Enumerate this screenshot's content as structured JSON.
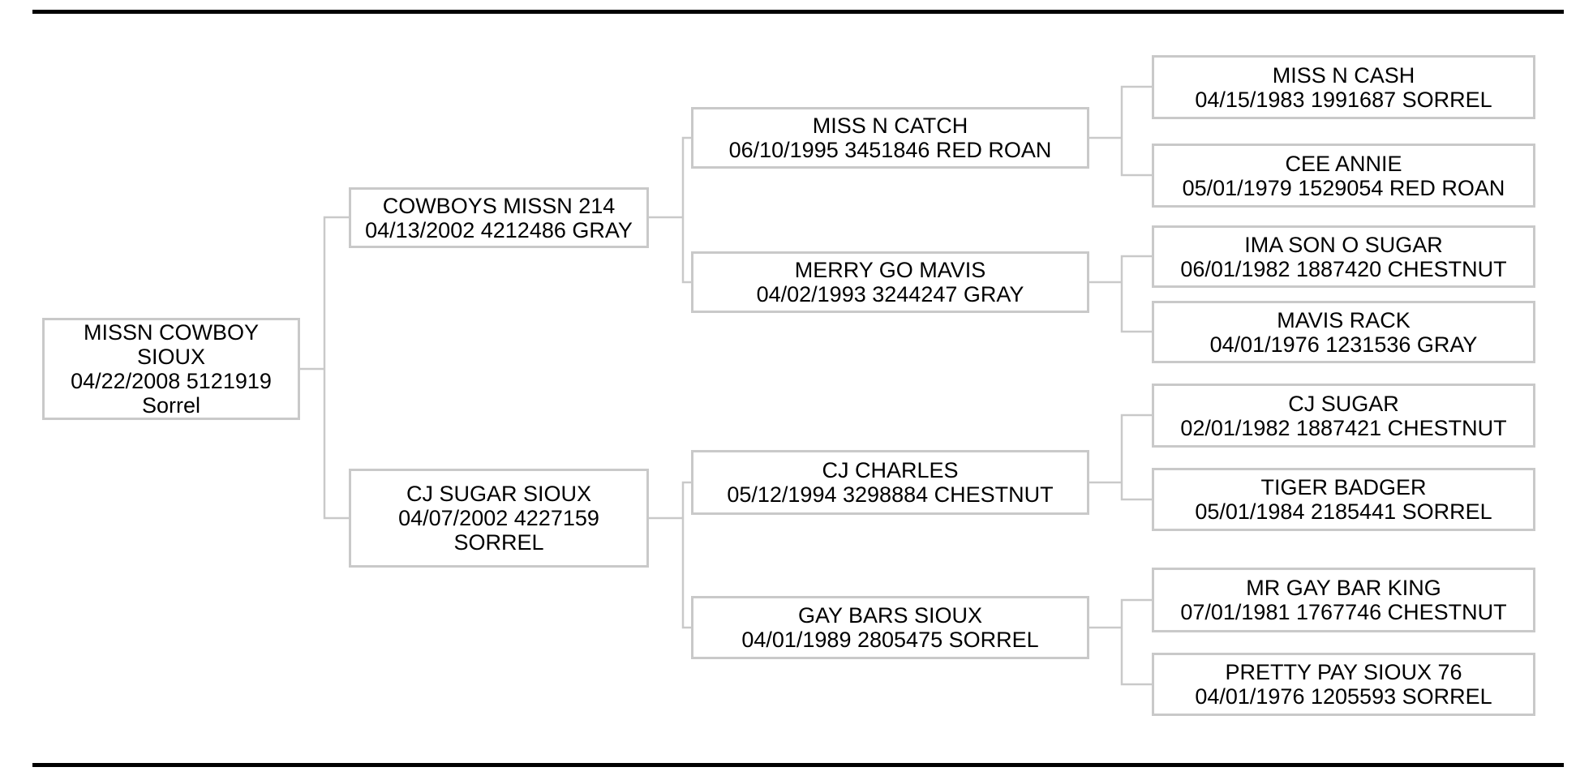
{
  "document": {
    "type": "horse-pedigree-chart",
    "generations_shown": 4
  },
  "colors": {
    "background": "#ffffff",
    "box_border": "#c9c9c9",
    "connector_line": "#c9c9c9",
    "page_rule": "#000000",
    "text": "#000000"
  },
  "pedigree": {
    "subject": {
      "name": "MISSN COWBOY SIOUX",
      "foaled": "04/22/2008",
      "reg_number": "5121919",
      "color": "Sorrel"
    },
    "parents": [
      {
        "name": "COWBOYS MISSN 214",
        "foaled": "04/13/2002",
        "reg_number": "4212486",
        "color": "GRAY"
      },
      {
        "name": "CJ SUGAR SIOUX",
        "foaled": "04/07/2002",
        "reg_number": "4227159",
        "color": "SORREL"
      }
    ],
    "grandparents": [
      {
        "name": "MISS N CATCH",
        "foaled": "06/10/1995",
        "reg_number": "3451846",
        "color": "RED ROAN"
      },
      {
        "name": "MERRY GO MAVIS",
        "foaled": "04/02/1993",
        "reg_number": "3244247",
        "color": "GRAY"
      },
      {
        "name": "CJ CHARLES",
        "foaled": "05/12/1994",
        "reg_number": "3298884",
        "color": "CHESTNUT"
      },
      {
        "name": "GAY BARS SIOUX",
        "foaled": "04/01/1989",
        "reg_number": "2805475",
        "color": "SORREL"
      }
    ],
    "great_grandparents": [
      {
        "name": "MISS N CASH",
        "foaled": "04/15/1983",
        "reg_number": "1991687",
        "color": "SORREL"
      },
      {
        "name": "CEE ANNIE",
        "foaled": "05/01/1979",
        "reg_number": "1529054",
        "color": "RED ROAN"
      },
      {
        "name": "IMA SON O SUGAR",
        "foaled": "06/01/1982",
        "reg_number": "1887420",
        "color": "CHESTNUT"
      },
      {
        "name": "MAVIS RACK",
        "foaled": "04/01/1976",
        "reg_number": "1231536",
        "color": "GRAY"
      },
      {
        "name": "CJ SUGAR",
        "foaled": "02/01/1982",
        "reg_number": "1887421",
        "color": "CHESTNUT"
      },
      {
        "name": "TIGER BADGER",
        "foaled": "05/01/1984",
        "reg_number": "2185441",
        "color": "SORREL"
      },
      {
        "name": "MR GAY BAR KING",
        "foaled": "07/01/1981",
        "reg_number": "1767746",
        "color": "CHESTNUT"
      },
      {
        "name": "PRETTY PAY SIOUX  76",
        "foaled": "04/01/1976",
        "reg_number": "1205593",
        "color": "SORREL"
      }
    ]
  }
}
